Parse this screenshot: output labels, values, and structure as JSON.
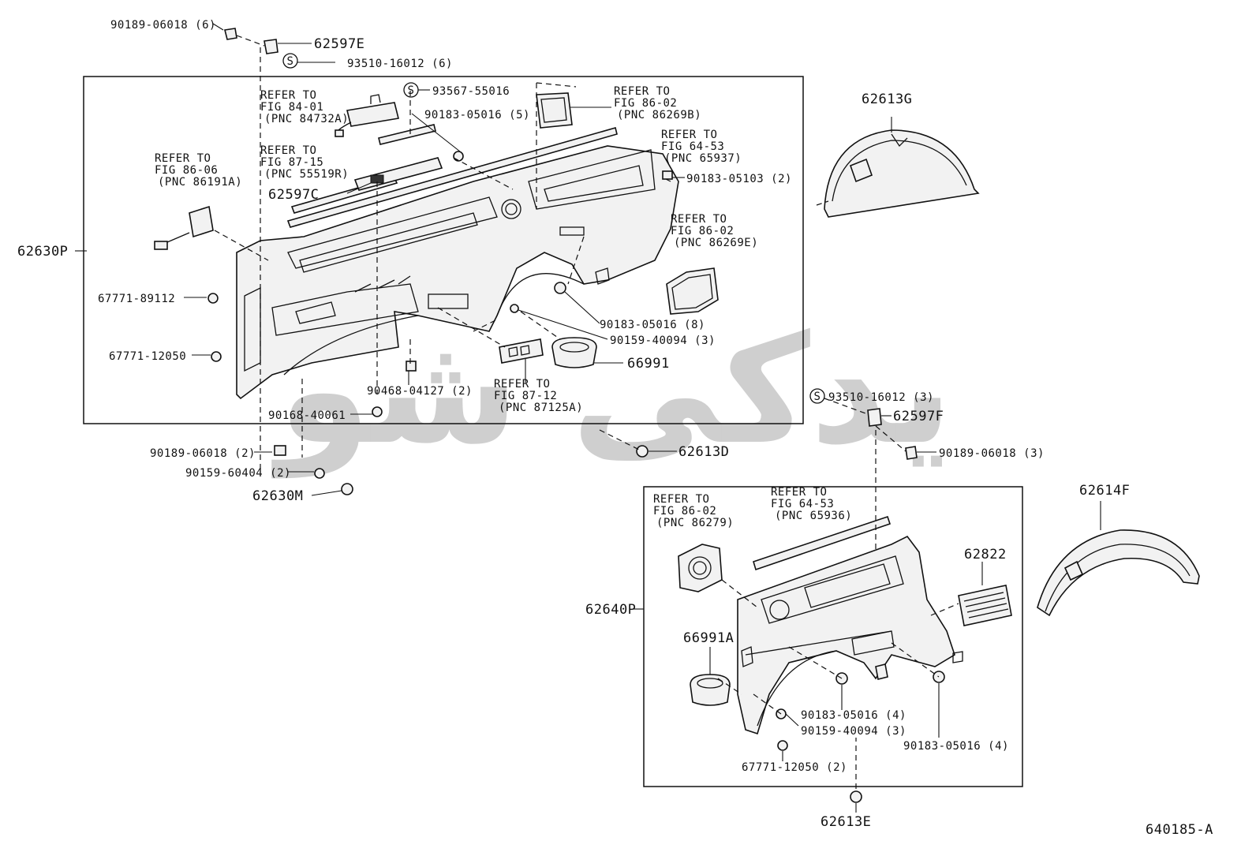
{
  "diagram": {
    "figure_code": "640185-A",
    "watermark_text": "یدکی شو",
    "part_numbers": {
      "p_90189_06018_6": "90189-06018 (6)",
      "p_62597E": "62597E",
      "p_93510_16012_6": "93510-16012 (6)",
      "p_93567_55016": "93567-55016",
      "p_90183_05016_5": "90183-05016 (5)",
      "p_62597C": "62597C",
      "p_90183_05103_2": "90183-05103 (2)",
      "p_62630P": "62630P",
      "p_67771_89112": "67771-89112",
      "p_67771_12050": "67771-12050",
      "p_90183_05016_8": "90183-05016 (8)",
      "p_90159_40094_3a": "90159-40094 (3)",
      "p_66991": "66991",
      "p_90468_04127_2": "90468-04127 (2)",
      "p_90168_40061": "90168-40061",
      "p_90189_06018_2": "90189-06018 (2)",
      "p_90159_60404_2": "90159-60404 (2)",
      "p_62630M": "62630M",
      "p_62613G": "62613G",
      "p_93510_16012_3": "93510-16012 (3)",
      "p_62597F": "62597F",
      "p_90189_06018_3": "90189-06018 (3)",
      "p_62613D": "62613D",
      "p_62614F": "62614F",
      "p_62822": "62822",
      "p_62640P": "62640P",
      "p_66991A": "66991A",
      "p_90183_05016_4a": "90183-05016 (4)",
      "p_90159_40094_3b": "90159-40094 (3)",
      "p_90183_05016_4b": "90183-05016 (4)",
      "p_67771_12050_2": "67771-12050 (2)",
      "p_62613E": "62613E"
    },
    "refer_notes": {
      "r_84_01": [
        "REFER TO",
        "FIG 84-01",
        "(PNC 84732A)"
      ],
      "r_87_15": [
        "REFER TO",
        "FIG 87-15",
        "(PNC 55519R)"
      ],
      "r_86_06": [
        "REFER TO",
        "FIG 86-06",
        "(PNC 86191A)"
      ],
      "r_86_02_b": [
        "REFER TO",
        "FIG 86-02",
        "(PNC 86269B)"
      ],
      "r_64_53_a": [
        "REFER TO",
        "FIG 64-53",
        "(PNC 65937)"
      ],
      "r_86_02_e": [
        "REFER TO",
        "FIG 86-02",
        "(PNC 86269E)"
      ],
      "r_87_12": [
        "REFER TO",
        "FIG 87-12",
        "(PNC 87125A)"
      ],
      "r_86_02_c": [
        "REFER TO",
        "FIG 86-02",
        "(PNC 86279)"
      ],
      "r_64_53_b": [
        "REFER TO",
        "FIG 64-53",
        "(PNC 65936)"
      ]
    },
    "s_marker": "S"
  }
}
